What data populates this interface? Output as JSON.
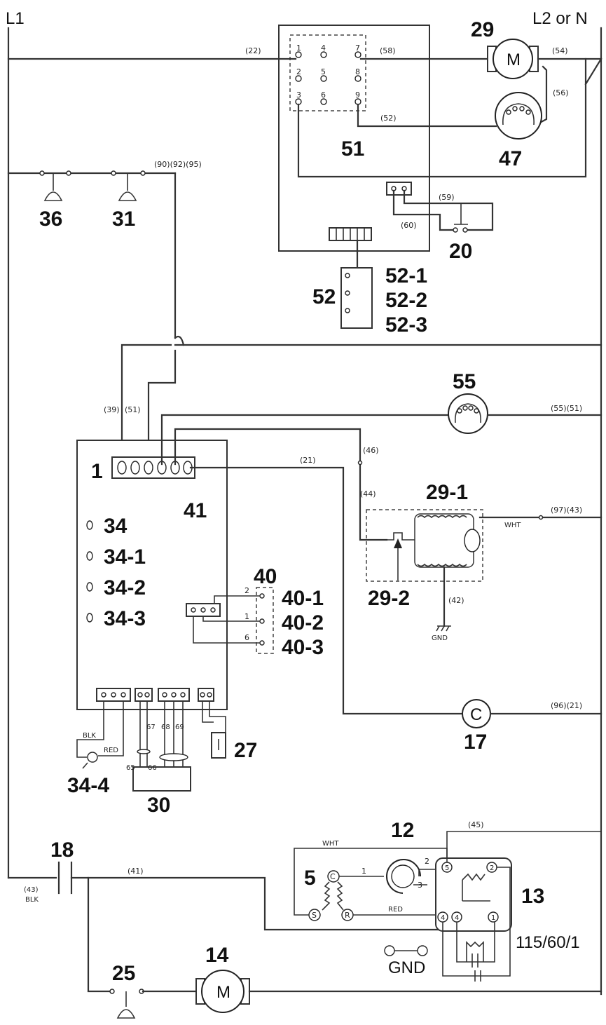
{
  "rails": {
    "left": "L1",
    "right": "L2 or N"
  },
  "components": {
    "c1": "1",
    "c5": "5",
    "c12": "12",
    "c13": "13",
    "c14": "14",
    "c17": "17",
    "c17_letter": "C",
    "c18": "18",
    "c20": "20",
    "c25": "25",
    "c27": "27",
    "c29": "29",
    "c29_1": "29-1",
    "c29_2": "29-2",
    "c30": "30",
    "c31": "31",
    "c34": "34",
    "c34_1": "34-1",
    "c34_2": "34-2",
    "c34_3": "34-3",
    "c34_4": "34-4",
    "c36": "36",
    "c40": "40",
    "c40_1": "40-1",
    "c40_2": "40-2",
    "c40_3": "40-3",
    "c41": "41",
    "c47": "47",
    "c51": "51",
    "c52": "52",
    "c52_1": "52-1",
    "c52_2": "52-2",
    "c52_3": "52-3",
    "c55": "55",
    "motor_letter": "M"
  },
  "wires": {
    "w22": "(22)",
    "w58": "(58)",
    "w54": "(54)",
    "w56": "(56)",
    "w52": "(52)",
    "w59": "(59)",
    "w60": "(60)",
    "w90": "(90)(92)(95)",
    "w39": "(39)",
    "w51": "(51)",
    "w5551": "(55)(51)",
    "w46": "(46)",
    "w21": "(21)",
    "w44": "(44)",
    "w9743": "(97)(43)",
    "wht": "WHT",
    "w42": "(42)",
    "gnd": "GND",
    "w9621": "(96)(21)",
    "blk": "BLK",
    "red": "RED",
    "w67": "67",
    "w68": "68",
    "w69": "69",
    "w65": "65",
    "w66": "66",
    "w45": "(45)",
    "wht2": "WHT",
    "w41": "(41)",
    "w43": "(43)",
    "blk2": "BLK",
    "red2": "RED",
    "gnd2": "GND",
    "voltage": "115/60/1",
    "p1": "1",
    "p2": "2",
    "p3": "3",
    "p4": "4",
    "p5": "5",
    "p6": "6",
    "p7": "7",
    "p8": "8",
    "p9": "9",
    "t2": "2",
    "t1": "1",
    "t6": "6",
    "c_term": "C",
    "s_term": "S",
    "r_term": "R",
    "n1": "1",
    "n2": "2",
    "n3": "3",
    "r5": "5",
    "r2": "2",
    "r4a": "4",
    "r4b": "4",
    "r1": "1"
  }
}
